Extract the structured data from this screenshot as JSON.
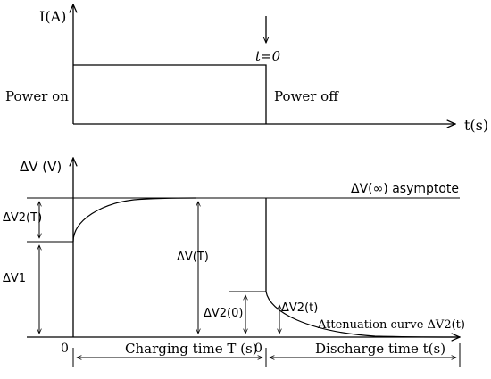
{
  "top_plot": {
    "y_axis_label": "I(A)",
    "x_axis_label": "t(s)",
    "t0_label": "t=0",
    "power_on_label": "Power on",
    "power_off_label": "Power off"
  },
  "bottom_plot": {
    "y_axis_label": "ΔV (V)",
    "asymptote_label": "ΔV(∞) asymptote",
    "dv2T_label": "ΔV2(T)",
    "dv1_label": "ΔV1",
    "dvT_label": "ΔV(T)",
    "dv2_0_label": "ΔV2(0)",
    "dv2t_label": "ΔV2(t)",
    "attenuation_label": "Attenuation curve ΔV2(t)",
    "origin_left_label": "0",
    "origin_right_label": "0",
    "charging_label": "Charging time T (s)",
    "discharge_label": "Discharge time t(s)"
  }
}
